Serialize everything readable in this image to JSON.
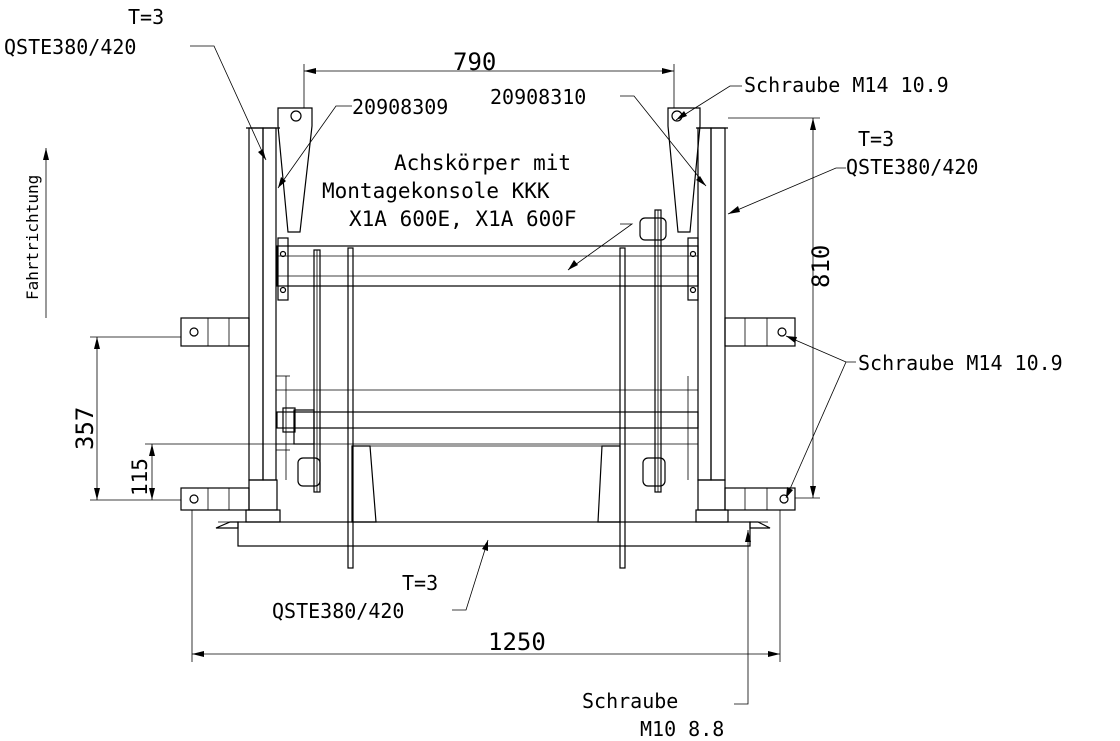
{
  "labels": {
    "left_top_thickness": "T=3",
    "left_top_material": "QSTE380/420",
    "right_thickness": "T=3",
    "right_material": "QSTE380/420",
    "bottom_thickness": "T=3",
    "bottom_material": "QSTE380/420",
    "part_left": "20908309",
    "part_right": "20908310",
    "screw_top": "Schraube M14 10.9",
    "screw_side": "Schraube M14 10.9",
    "screw_bottom_line1": "Schraube",
    "screw_bottom_line2": "M10 8.8",
    "axle_line1": "Achskörper mit",
    "axle_line2": "Montagekonsole KKK",
    "axle_line3": "X1A 600E, X1A 600F",
    "direction": "Fahrtrichtung"
  },
  "dimensions": {
    "top_width": "790",
    "height_right": "810",
    "height_left": "357",
    "offset_left": "115",
    "bottom_width": "1250"
  }
}
